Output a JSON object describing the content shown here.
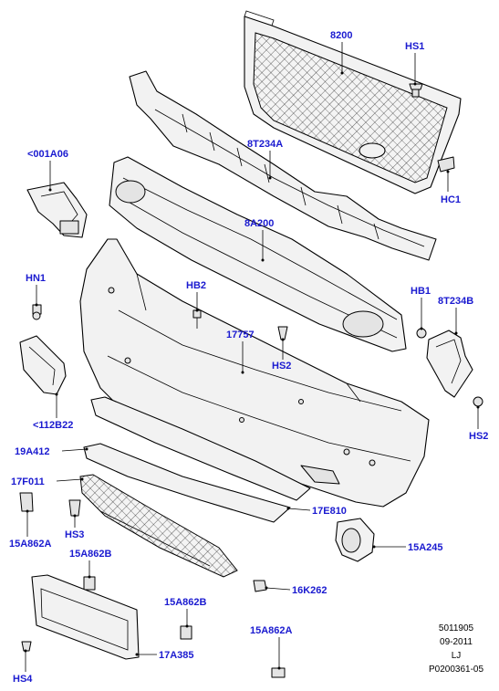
{
  "callouts": [
    {
      "id": "c-8200",
      "text": "8200"
    },
    {
      "id": "c-hs1",
      "text": "HS1"
    },
    {
      "id": "c-001a06",
      "text": "<001A06"
    },
    {
      "id": "c-8t234a",
      "text": "8T234A"
    },
    {
      "id": "c-hc1",
      "text": "HC1"
    },
    {
      "id": "c-8a200",
      "text": "8A200"
    },
    {
      "id": "c-hn1",
      "text": "HN1"
    },
    {
      "id": "c-hb2",
      "text": "HB2"
    },
    {
      "id": "c-hb1",
      "text": "HB1"
    },
    {
      "id": "c-8t234b",
      "text": "8T234B"
    },
    {
      "id": "c-17757",
      "text": "17757"
    },
    {
      "id": "c-hs2a",
      "text": "HS2"
    },
    {
      "id": "c-112b22",
      "text": "<112B22"
    },
    {
      "id": "c-hs2b",
      "text": "HS2"
    },
    {
      "id": "c-19a412",
      "text": "19A412"
    },
    {
      "id": "c-17f011",
      "text": "17F011"
    },
    {
      "id": "c-17e810",
      "text": "17E810"
    },
    {
      "id": "c-hs3",
      "text": "HS3"
    },
    {
      "id": "c-15a862a-1",
      "text": "15A862A"
    },
    {
      "id": "c-15a862b-1",
      "text": "15A862B"
    },
    {
      "id": "c-15a245",
      "text": "15A245"
    },
    {
      "id": "c-16k262",
      "text": "16K262"
    },
    {
      "id": "c-15a862b-2",
      "text": "15A862B"
    },
    {
      "id": "c-15a862a-2",
      "text": "15A862A"
    },
    {
      "id": "c-17a385",
      "text": "17A385"
    },
    {
      "id": "c-hs4",
      "text": "HS4"
    }
  ],
  "info": {
    "code": "5011905",
    "date": "09-2011",
    "initials": "LJ",
    "ref": "P0200361-05"
  },
  "colors": {
    "label": "#1a1ad0",
    "line": "#000000",
    "part_fill": "#f2f2f2"
  }
}
